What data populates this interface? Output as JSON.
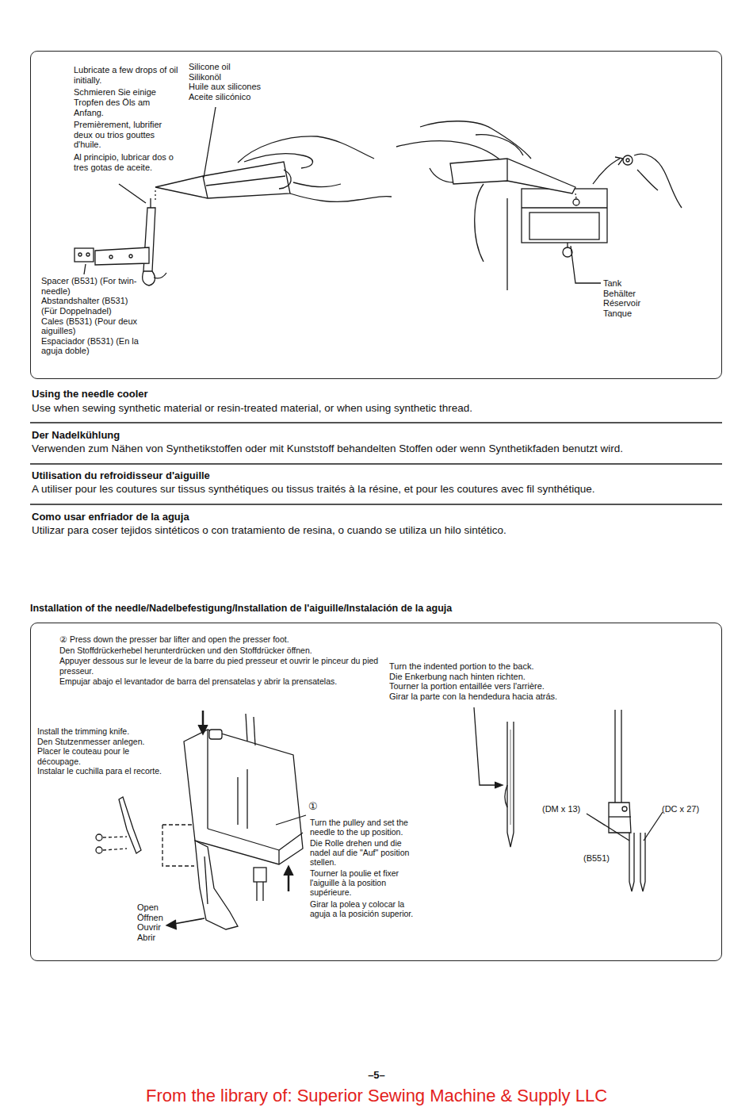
{
  "diagram": {
    "nodes": [
      {
        "text": [
          "Lubricate a few drops of oil initially.",
          "Schmieren Sie einige Tropfen des Öls am Anfang.",
          "Premièrement, lubrifier deux ou trios gouttes d'huile.",
          "Al principio, lubricar dos o tres gotas de aceite.",
          "Silicone oil",
          "Silikonöl",
          "Huile aux silicones",
          "Aceite silicónico",
          "Spacer (B531) (For twin-needle)",
          "Abstandshalter (B531) (Für Doppelnadel)",
          "Cales (B531) (Pour deux aiguilles)",
          "Espaciador (B531) (En la aguja doble)",
          "Tank",
          "Behälter",
          "Réservoir",
          "Tanque"
        ]
      },
      {
        "text": [
          "② Press down the presser bar lifter and open the presser foot.",
          "Den Stoffdrückerhebel herunterdrücken und den Stoffdrücker öffnen.",
          "Appuyer dessous sur le leveur de la barre du pied presseur et ouvrir le pinceur du pied presseur.",
          "Empujar abajo el levantador de barra del prensatelas y abrir la prensatelas.",
          "Install the trimming knife.",
          "Den Stutzenmesser anlegen.",
          "Placer le couteau pour le découpage.",
          "Instalar le cuchilla para el recorte.",
          "Open",
          "Öffnen",
          "Ouvrir",
          "Abrir",
          "①",
          "Turn the pulley and set the needle to the up position.",
          "Die Rolle drehen und die nadel auf die \"Auf\" position stellen.",
          "Tourner la poulie et fixer l'aiguille à la position supérieure.",
          "Girar la polea y colocar la aguja a la posición superior.",
          "Turn the indented portion to the back.",
          "Die Enkerbung nach hinten richten.",
          "Tourner la portion entaillée vers l'arrière.",
          "Girar la parte con la hendedura hacia atrás.",
          "(DM x 13)",
          "(DC x 27)",
          "(B551)"
        ]
      }
    ],
    "labels": [
      "Using the needle cooler",
      "Use when sewing synthetic material or resin-treated material, or when using synthetic thread.",
      "Der Nadelkühlung",
      "Verwenden zum Nähen von Synthetikstoffen oder mit Kunststoff behandelten Stoffen oder wenn Synthetikfaden benutzt wird.",
      "Utilisation du refroidisseur d'aiguille",
      "A utiliser pour les coutures sur tissus synthétiques ou tissus traités à la résine, et pour les coutures avec fil synthétique.",
      "Como usar enfriador de la aguja",
      "Utilizar para coser tejidos sintéticos o con tratamiento de resina, o cuando se utiliza un hilo sintético.",
      "Installation of the needle/Nadelbefestigung/Installation de l'aiguille/Instalación de la aguja",
      "–5–",
      "From the library of: Superior Sewing Machine & Supply LLC"
    ]
  }
}
